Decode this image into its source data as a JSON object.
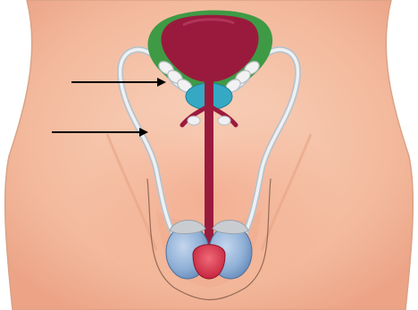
{
  "figure": {
    "subject": "male-reproductive-system",
    "labels": [],
    "colors": {
      "background": "#ffffff",
      "skin": "#f4c3a8",
      "skin_shadow": "#e98f70",
      "bladder_wall": "#3f9a45",
      "bladder": "#9a1a3e",
      "prostate": "#35a9c4",
      "seminal_vesicle": "#f2f2f2",
      "vas_deferens": "#dde3e8",
      "testis": "#8fb0d6",
      "testis_cap": "#c9cdd2",
      "glans": "#d8324a",
      "arrow": "#000000"
    },
    "arrows": [
      {
        "name": "upper-arrow",
        "points_to": "seminal-vesicle"
      },
      {
        "name": "lower-arrow",
        "points_to": "vas-deferens"
      }
    ]
  }
}
